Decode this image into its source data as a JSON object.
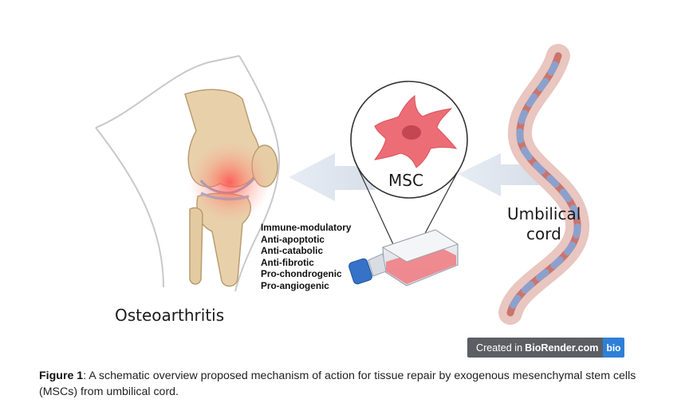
{
  "labels": {
    "msc": "MSC",
    "umbilical_line1": "Umbilical",
    "umbilical_line2": "cord",
    "osteoarthritis": "Osteoarthritis"
  },
  "effects": [
    "Immune-modulatory",
    "Anti-apoptotic",
    "Anti-catabolic",
    "Anti-fibrotic",
    "Pro-chondrogenic",
    "Pro-angiogenic"
  ],
  "badge": {
    "prefix": "Created in",
    "brand": "BioRender.com",
    "logo": "bio"
  },
  "caption": {
    "label": "Figure 1",
    "text": ": A schematic overview proposed mechanism of action for tissue repair by exogenous mesenchymal stem cells (MSCs) from umbilical cord."
  },
  "icons": [
    "knee-joint-icon",
    "msc-cell-icon",
    "culture-flask-icon",
    "umbilical-cord-icon",
    "arrow-left-icon"
  ],
  "colors": {
    "arrow": "#dfe6ef",
    "cell": "#ec6d75",
    "flask_medium": "#ef7f86",
    "flask_cap": "#3572c8",
    "cord_red": "#c9756d",
    "cord_blue": "#8da0cc",
    "bone": "#e8d1aa",
    "inflammation": "#ff5a5a",
    "badge_gray": "#5b5f63",
    "badge_blue": "#2f7fd8"
  }
}
